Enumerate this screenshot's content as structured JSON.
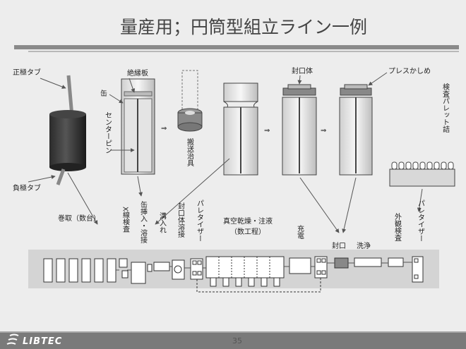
{
  "slide": {
    "title": "量産用；円筒型組立ライン一例",
    "page_number": "35",
    "logo_text": "LIBTEC"
  },
  "labels": {
    "positive_tab": "正極タブ",
    "negative_tab": "負極タブ",
    "insulator": "絶縁板",
    "can": "缶",
    "center_pin": "センターピン",
    "carrier_jig": "搬送治具",
    "sealing_body": "封口体",
    "press_crimp": "プレスかしめ",
    "inspection_pallet": "検査パレット詰"
  },
  "process": {
    "winding": "巻取（数台）",
    "xray": "X線検査",
    "can_insert_weld": "缶挿入・溶接",
    "grooving": "溝入れ",
    "cap_weld": "封口体溶接",
    "palletizer1": "パレタイザー",
    "vacuum_dry_fill": "真空乾燥・注液",
    "vacuum_dry_fill_sub": "（数工程）",
    "charge": "充電",
    "sealing": "封口",
    "washing": "洗浄",
    "appearance_check": "外観検査",
    "palletizer2": "パレタイザー"
  },
  "colors": {
    "header_bar": "#7d7d7d",
    "footer_bar": "#7a7a7a",
    "background": "#ededed",
    "line_gray": "#d4d4d4"
  }
}
